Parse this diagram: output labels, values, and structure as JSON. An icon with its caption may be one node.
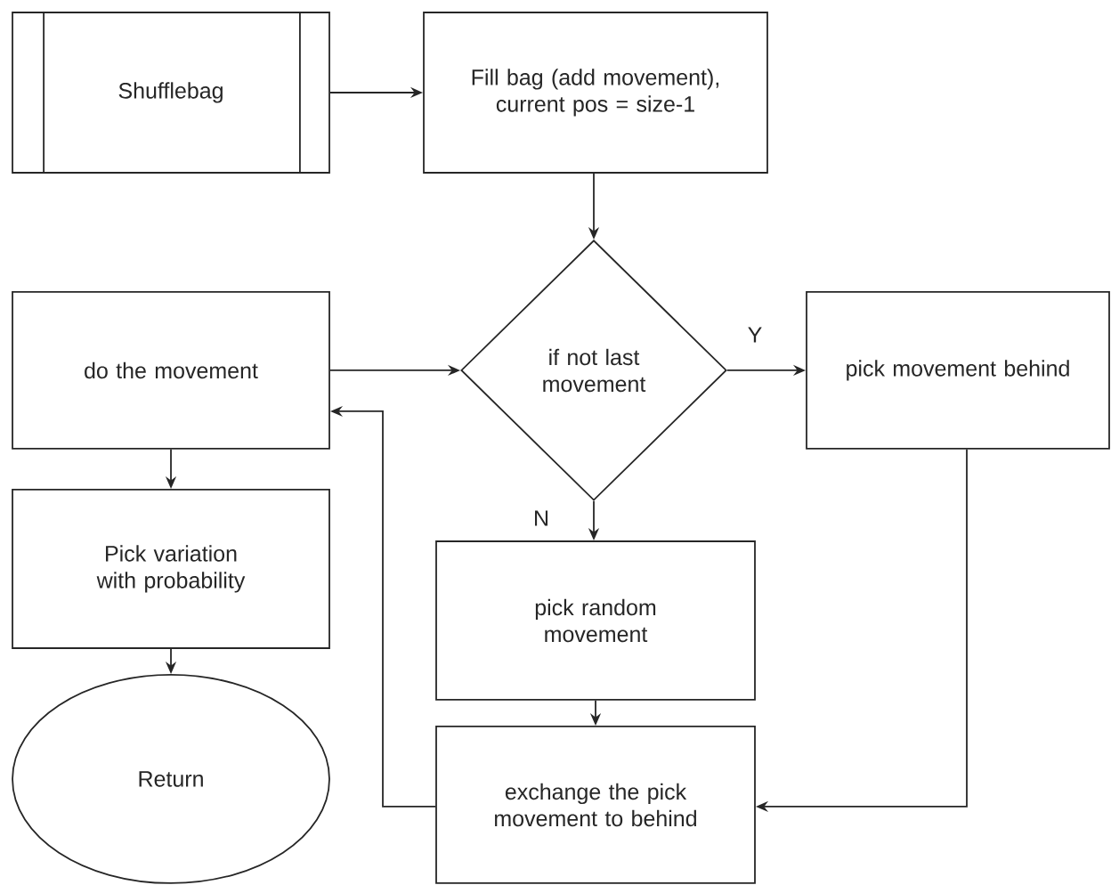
{
  "diagram": {
    "nodes": [
      {
        "text": [
          "Shufflebag"
        ]
      },
      {
        "text": [
          "Fill bag (add movement), current pos = size-1"
        ]
      },
      {
        "text": [
          "do the movement"
        ]
      },
      {
        "text": [
          "if not last movement"
        ]
      },
      {
        "text": [
          "pick movement behind"
        ]
      },
      {
        "text": [
          "Pick variation with probability"
        ]
      },
      {
        "text": [
          "pick random movement"
        ]
      },
      {
        "text": [
          "Return"
        ]
      },
      {
        "text": [
          "exchange the pick movement to behind"
        ]
      }
    ],
    "edges": [
      {
        "from": 0,
        "to": 1,
        "arrow": "to"
      },
      {
        "from": 1,
        "to": 3,
        "arrow": "to"
      },
      {
        "from": 2,
        "to": 3,
        "arrow": "to"
      },
      {
        "from": 3,
        "to": 4,
        "arrow": "to",
        "label": "Y"
      },
      {
        "from": 3,
        "to": 6,
        "arrow": "to",
        "label": "N"
      },
      {
        "from": 6,
        "to": 8,
        "arrow": "to"
      },
      {
        "from": 4,
        "to": 8,
        "arrow": "to"
      },
      {
        "from": 8,
        "to": 2,
        "arrow": "to"
      },
      {
        "from": 2,
        "to": 5,
        "arrow": "to"
      },
      {
        "from": 5,
        "to": 7,
        "arrow": "to"
      }
    ]
  }
}
